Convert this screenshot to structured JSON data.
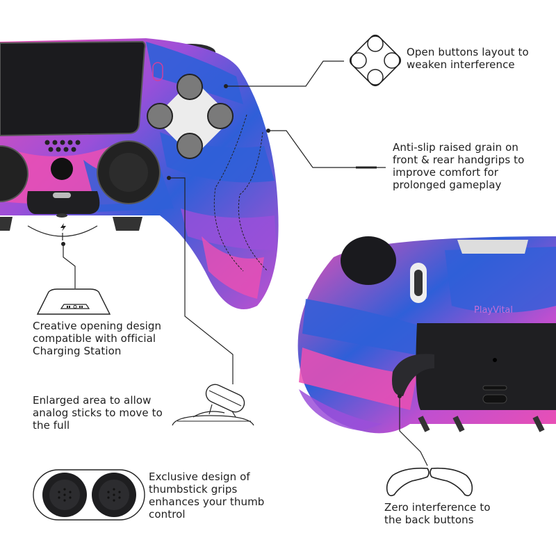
{
  "features": [
    {
      "id": "open-buttons",
      "icon": "face-buttons-diamond-icon",
      "lines": [
        "Open buttons layout to",
        "weaken interference"
      ]
    },
    {
      "id": "anti-slip-grip",
      "icon": "callout-line-icon",
      "lines": [
        "Anti-slip raised grain on",
        "front & rear handgrips to",
        "improve comfort for",
        "prolonged gameplay"
      ]
    },
    {
      "id": "charging-opening",
      "icon": "charging-station-icon",
      "lines": [
        "Creative opening design",
        "compatible with official",
        "Charging Station"
      ]
    },
    {
      "id": "analog-stick-area",
      "icon": "analog-stick-icon",
      "lines": [
        "Enlarged area to allow",
        "analog sticks to move to",
        "the full"
      ]
    },
    {
      "id": "thumbstick-grips",
      "icon": "thumbstick-grips-icon",
      "lines": [
        "Exclusive design of",
        "thumbstick grips",
        "enhances your thumb",
        "control"
      ]
    },
    {
      "id": "back-buttons",
      "icon": "back-paddles-icon",
      "lines": [
        "Zero interference to",
        "the back buttons"
      ]
    }
  ],
  "product": {
    "brand_emboss": "PlayVital",
    "colors": {
      "blue": "#2f5fd8",
      "pink": "#ec4fb3",
      "purple": "#9b4fd9",
      "black": "#1e1e22",
      "button_gray": "#7a7a7a"
    }
  }
}
